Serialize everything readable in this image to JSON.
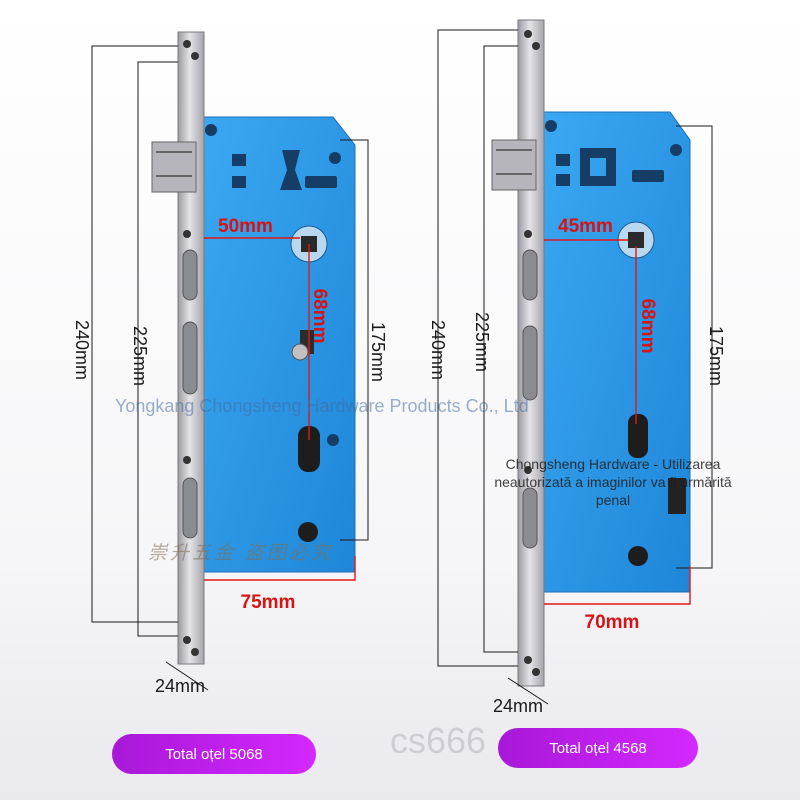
{
  "left_lock": {
    "total_height_label": "240mm",
    "plate_height_label": "225mm",
    "case_height_label": "175mm",
    "backset_label": "50mm",
    "center_distance_label": "68mm",
    "case_width_label": "75mm",
    "faceplate_width_label": "24mm",
    "model_label": "Total oțel 5068"
  },
  "right_lock": {
    "total_height_label": "240mm",
    "plate_height_label": "225mm",
    "case_height_label": "175mm",
    "backset_label": "45mm",
    "center_distance_label": "68mm",
    "case_width_label": "70mm",
    "faceplate_width_label": "24mm",
    "model_label": "Total oțel 4568"
  },
  "watermarks": {
    "company_en": "Yongkang Chongsheng Hardware Products Co., Ltd",
    "notice_ro": "Chongsheng Hardware - Utilizarea neautorizată a imaginilor va fi urmărită penal",
    "company_cn": "崇升五金 盗图必究",
    "code": "cs666"
  },
  "colors": {
    "lock_case": "#2d9be8",
    "faceplate": "#c8c8cc",
    "dimension_red": "#e01818",
    "pill": "#c21ff0"
  }
}
